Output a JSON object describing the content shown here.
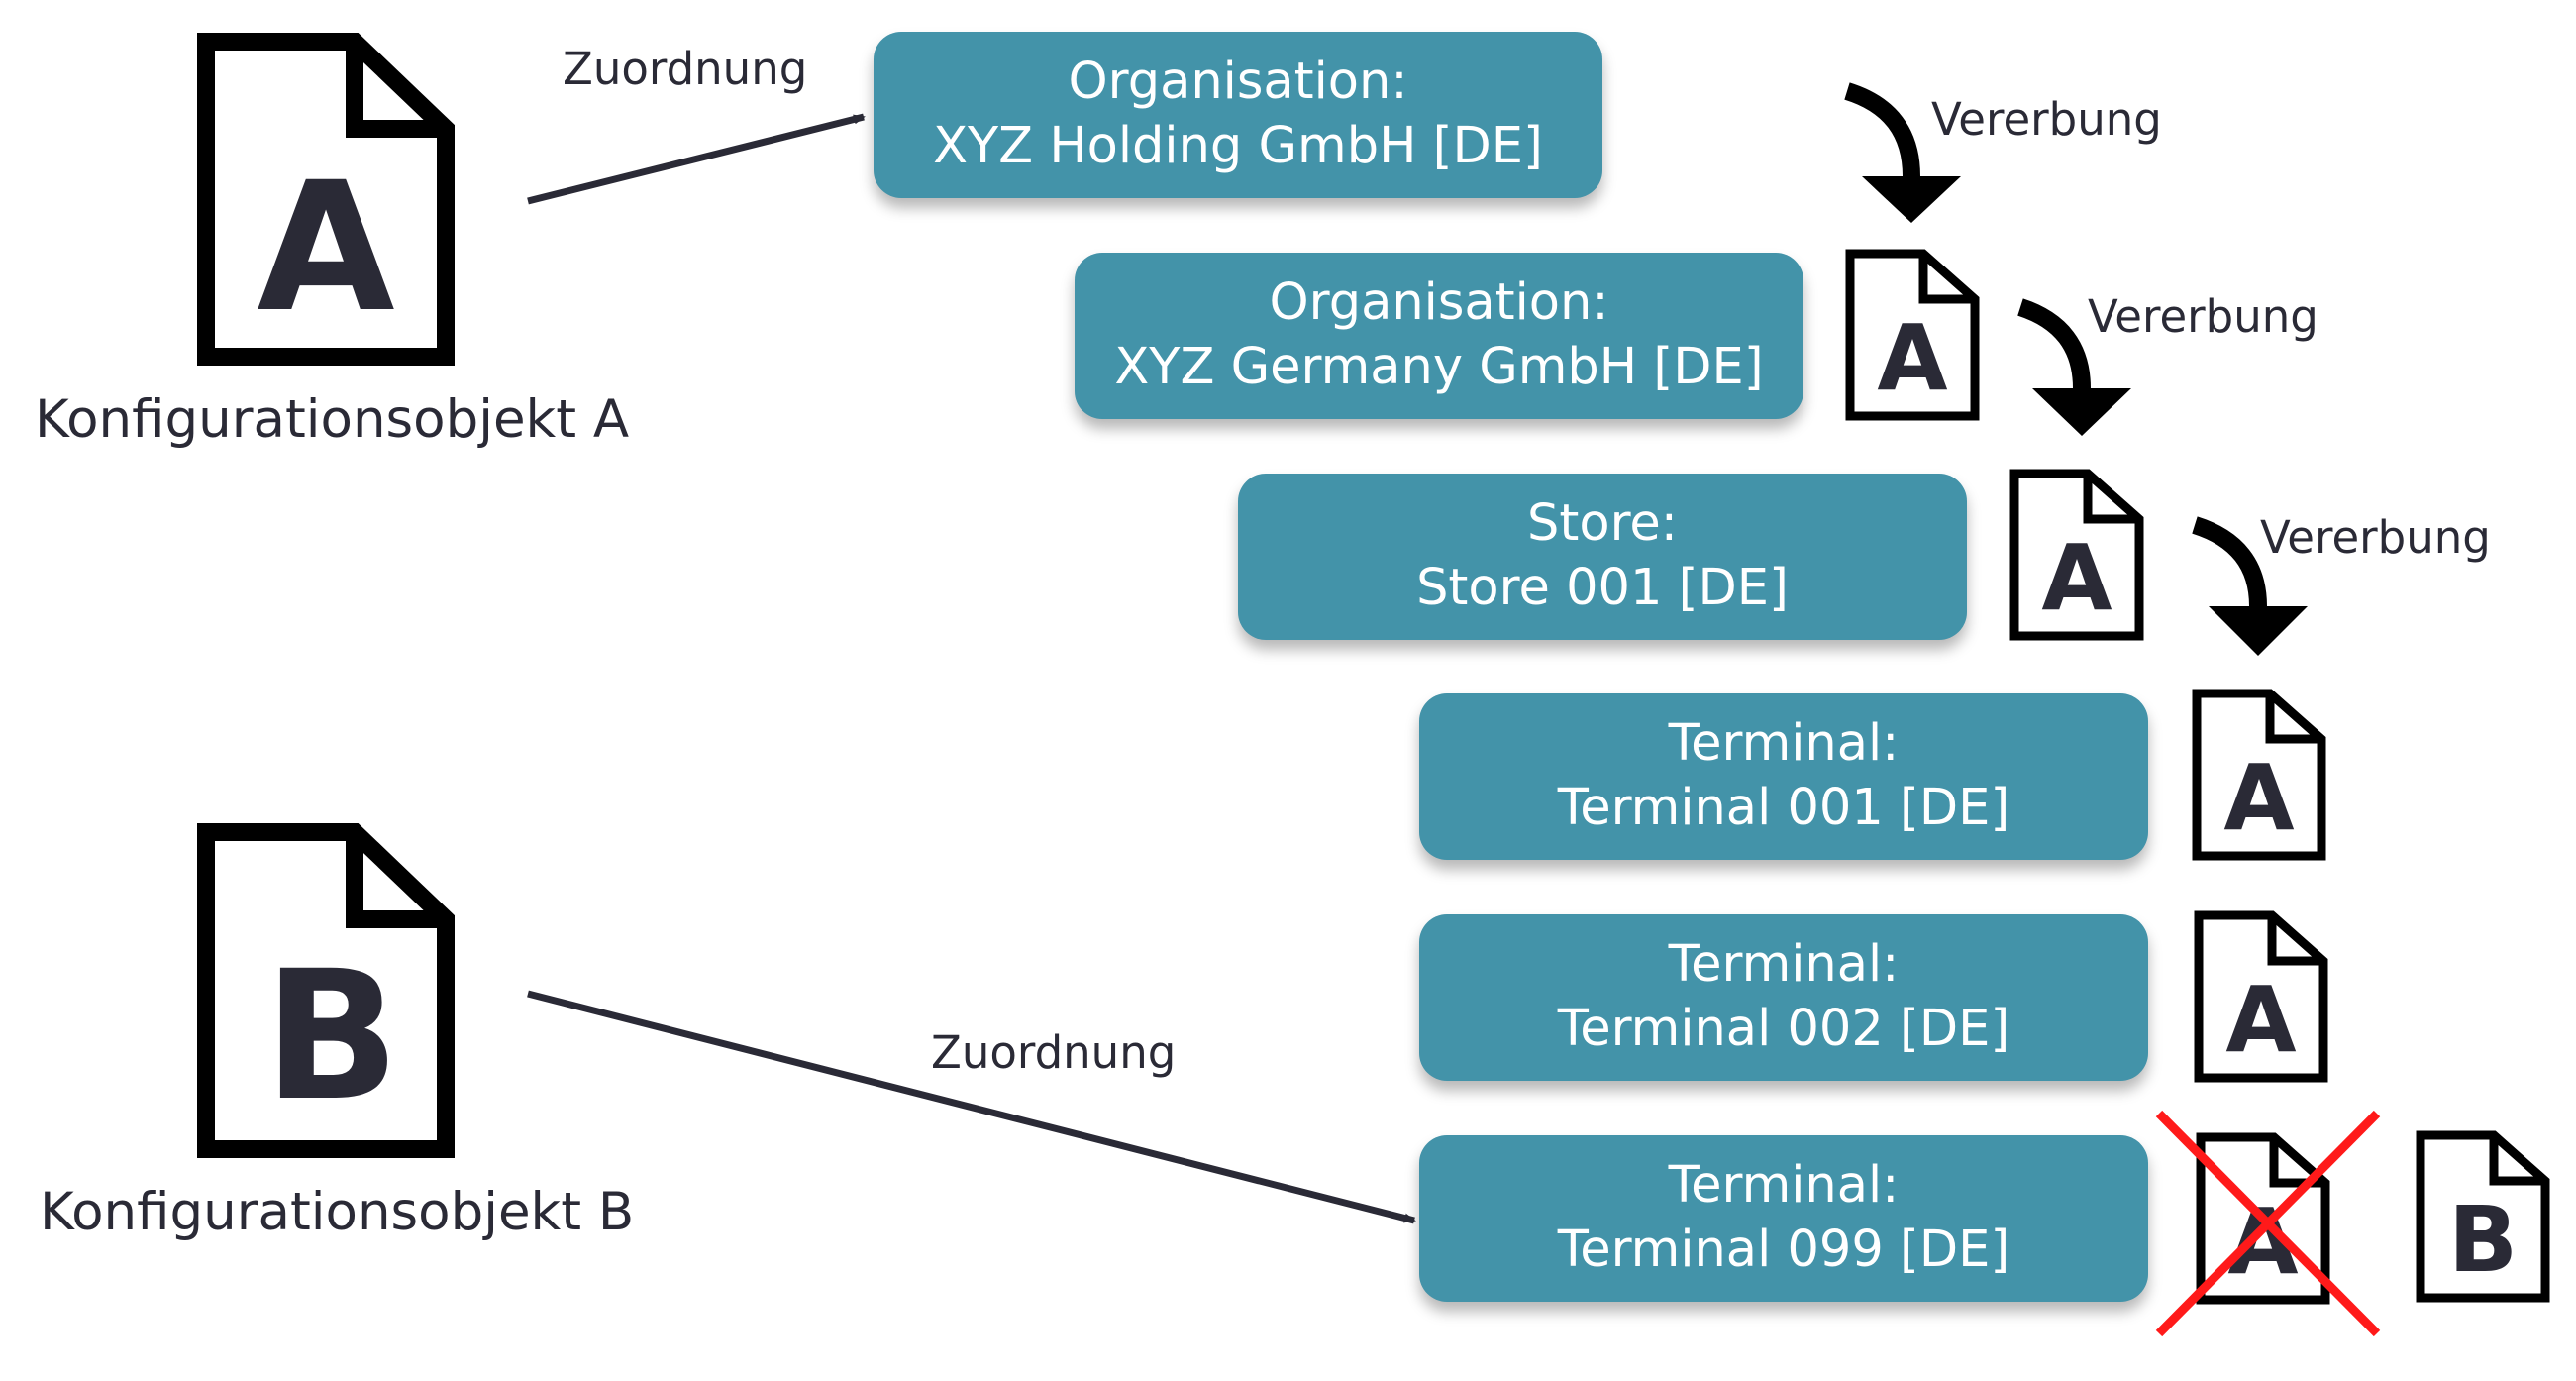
{
  "objects": [
    {
      "letter": "A",
      "label": "Konfigurationsobjekt A"
    },
    {
      "letter": "B",
      "label": "Konfigurationsobjekt B"
    }
  ],
  "relations": {
    "assignment": "Zuordnung",
    "inheritance": "Vererbung"
  },
  "hierarchy": [
    {
      "type": "Organisation:",
      "name": "XYZ Holding GmbH [DE]"
    },
    {
      "type": "Organisation:",
      "name": "XYZ Germany GmbH [DE]"
    },
    {
      "type": "Store:",
      "name": "Store 001 [DE]"
    },
    {
      "type": "Terminal:",
      "name": "Terminal 001 [DE]"
    },
    {
      "type": "Terminal:",
      "name": "Terminal 002 [DE]"
    },
    {
      "type": "Terminal:",
      "name": "Terminal 099 [DE]"
    }
  ],
  "colors": {
    "node_fill": "#4393a9",
    "node_text": "#ffffff",
    "arrow": "#2a2a36",
    "cross": "#ff1a1a"
  }
}
